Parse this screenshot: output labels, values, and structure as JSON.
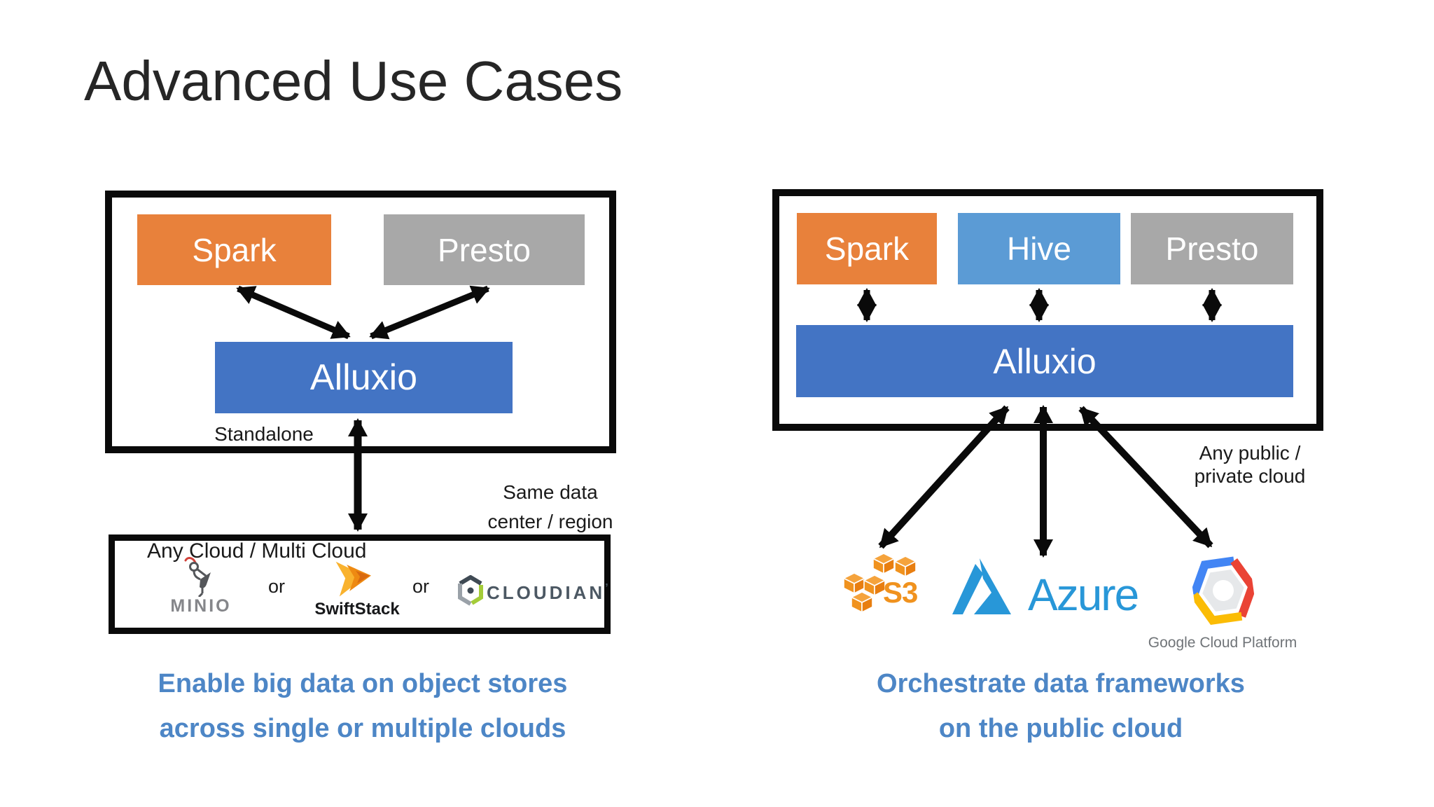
{
  "slide": {
    "title": "Advanced Use Cases"
  },
  "colors": {
    "ink": "#0A0A0A",
    "label-ink": "#1A1A1A",
    "framework-orange": "#E8813B",
    "framework-gray": "#A8A8A8",
    "hive-blue": "#5B9BD5",
    "alluxio-blue": "#4374C4",
    "caption-blue": "#4D86C6",
    "minio-gray": "#85868A",
    "minio-red": "#D2413A",
    "minio-body": "#54565A",
    "swiftstack-orange": "#F9B22E",
    "swiftstack-mid": "#EE8A12",
    "swiftstack-deep": "#D96A10",
    "swiftstack-text": "#17181A",
    "cloudian-green": "#A4CC39",
    "cloudian-dark": "#3F4A54",
    "cloudian-gray": "#9AA1A8",
    "cloudian-text": "#4C5863",
    "aws-orange": "#F0921E",
    "aws-orange-light": "#F5A33C",
    "aws-orange-dark": "#E87E10",
    "azure-blue": "#2897D8",
    "gcp-blue": "#4285F4",
    "gcp-red": "#EA4335",
    "gcp-yellow": "#FBBC05",
    "gcp-gray-text": "#707478"
  },
  "left": {
    "frameworks": [
      {
        "label": "Spark"
      },
      {
        "label": "Presto"
      }
    ],
    "storage": {
      "label": "Alluxio"
    },
    "mode_label": "Standalone",
    "link_note": [
      "Same data",
      "center / region"
    ],
    "cloud_box": {
      "label": "Any Cloud / Multi Cloud",
      "separator": "or",
      "vendors": [
        {
          "name": "MINIO"
        },
        {
          "name": "SwiftStack"
        },
        {
          "name": "CLOUDIAN",
          "mark": "’"
        }
      ]
    },
    "caption": [
      "Enable big data on object stores",
      "across single or multiple clouds"
    ]
  },
  "right": {
    "frameworks": [
      {
        "label": "Spark"
      },
      {
        "label": "Hive"
      },
      {
        "label": "Presto"
      }
    ],
    "storage": {
      "label": "Alluxio"
    },
    "note": [
      "Any public /",
      "private cloud"
    ],
    "clouds": [
      {
        "label": "S3"
      },
      {
        "label": "Azure"
      },
      {
        "label": "Google Cloud Platform"
      }
    ],
    "caption": [
      "Orchestrate data frameworks",
      "on the public cloud"
    ]
  },
  "icons": {
    "minio": "stork-bird-line-art",
    "swiftstack": "orange-double-chevron-arrow",
    "cloudian": "hexagon-c-with-center-dot",
    "s3": "isometric-orange-cube-cluster",
    "azure": "blue-a-triangle",
    "gcp": "tri-color-hexagon-ring"
  }
}
